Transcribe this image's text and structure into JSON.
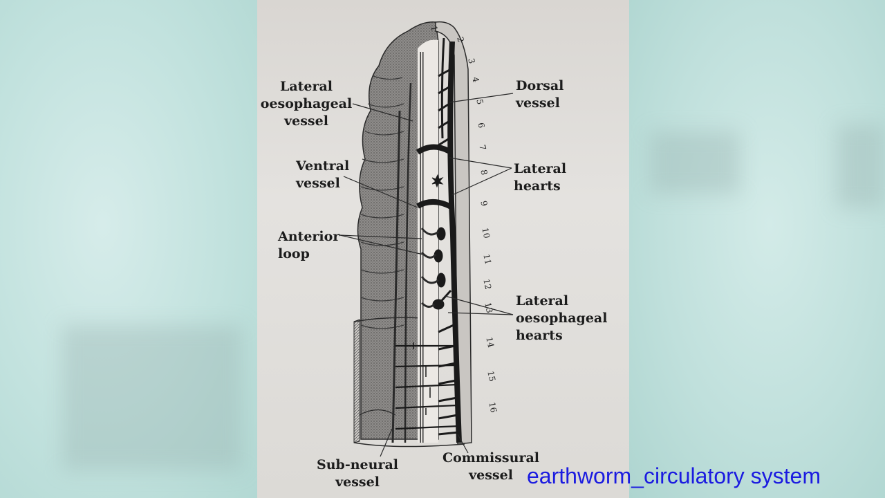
{
  "labels": {
    "lateral_oesophageal_vessel": "Lateral\noesophageal\nvessel",
    "dorsal_vessel": "Dorsal\nvessel",
    "ventral_vessel": "Ventral\nvessel",
    "lateral_hearts": "Lateral\nhearts",
    "anterior_loop": "Anterior\nloop",
    "lateral_oesophageal_hearts": "Lateral\noesophageal\nhearts",
    "sub_neural_vessel": "Sub-neural\nvessel",
    "commissural_vessel": "Commissural\nvessel"
  },
  "segments": [
    "1",
    "2",
    "3",
    "4",
    "5",
    "6",
    "7",
    "8",
    "9",
    "10",
    "11",
    "12",
    "13",
    "14",
    "15",
    "16"
  ],
  "caption": "earthworm_circulatory system",
  "colors": {
    "caption": "#1b1be0",
    "background": "#bfe0dc",
    "paper": "#dedbd7",
    "ink": "#1c1c1c"
  }
}
